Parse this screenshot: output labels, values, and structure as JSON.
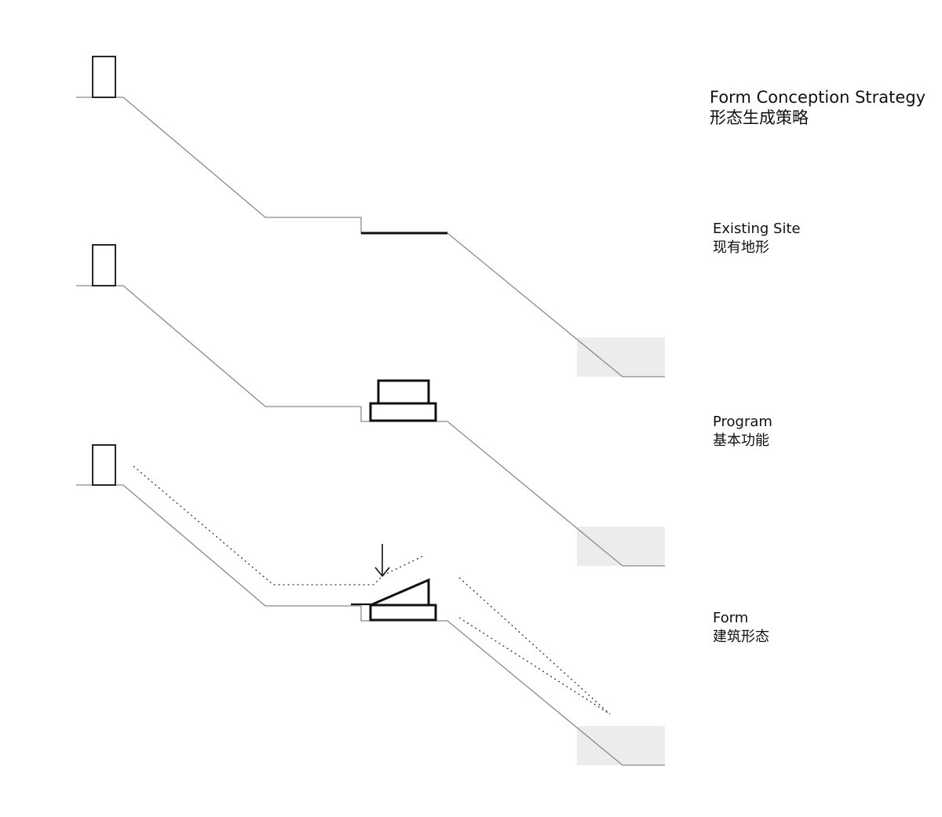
{
  "title": {
    "en": "Form Conception Strategy",
    "cn": "形态生成策略"
  },
  "stages": [
    {
      "en": "Existing Site",
      "cn": "现有地形"
    },
    {
      "en": "Program",
      "cn": "基本功能"
    },
    {
      "en": "Form",
      "cn": "建筑形态"
    }
  ],
  "colors": {
    "ink": "#111111",
    "ground_line": "#8a8a8a",
    "water_fill": "#ececec",
    "background": "#ffffff"
  }
}
